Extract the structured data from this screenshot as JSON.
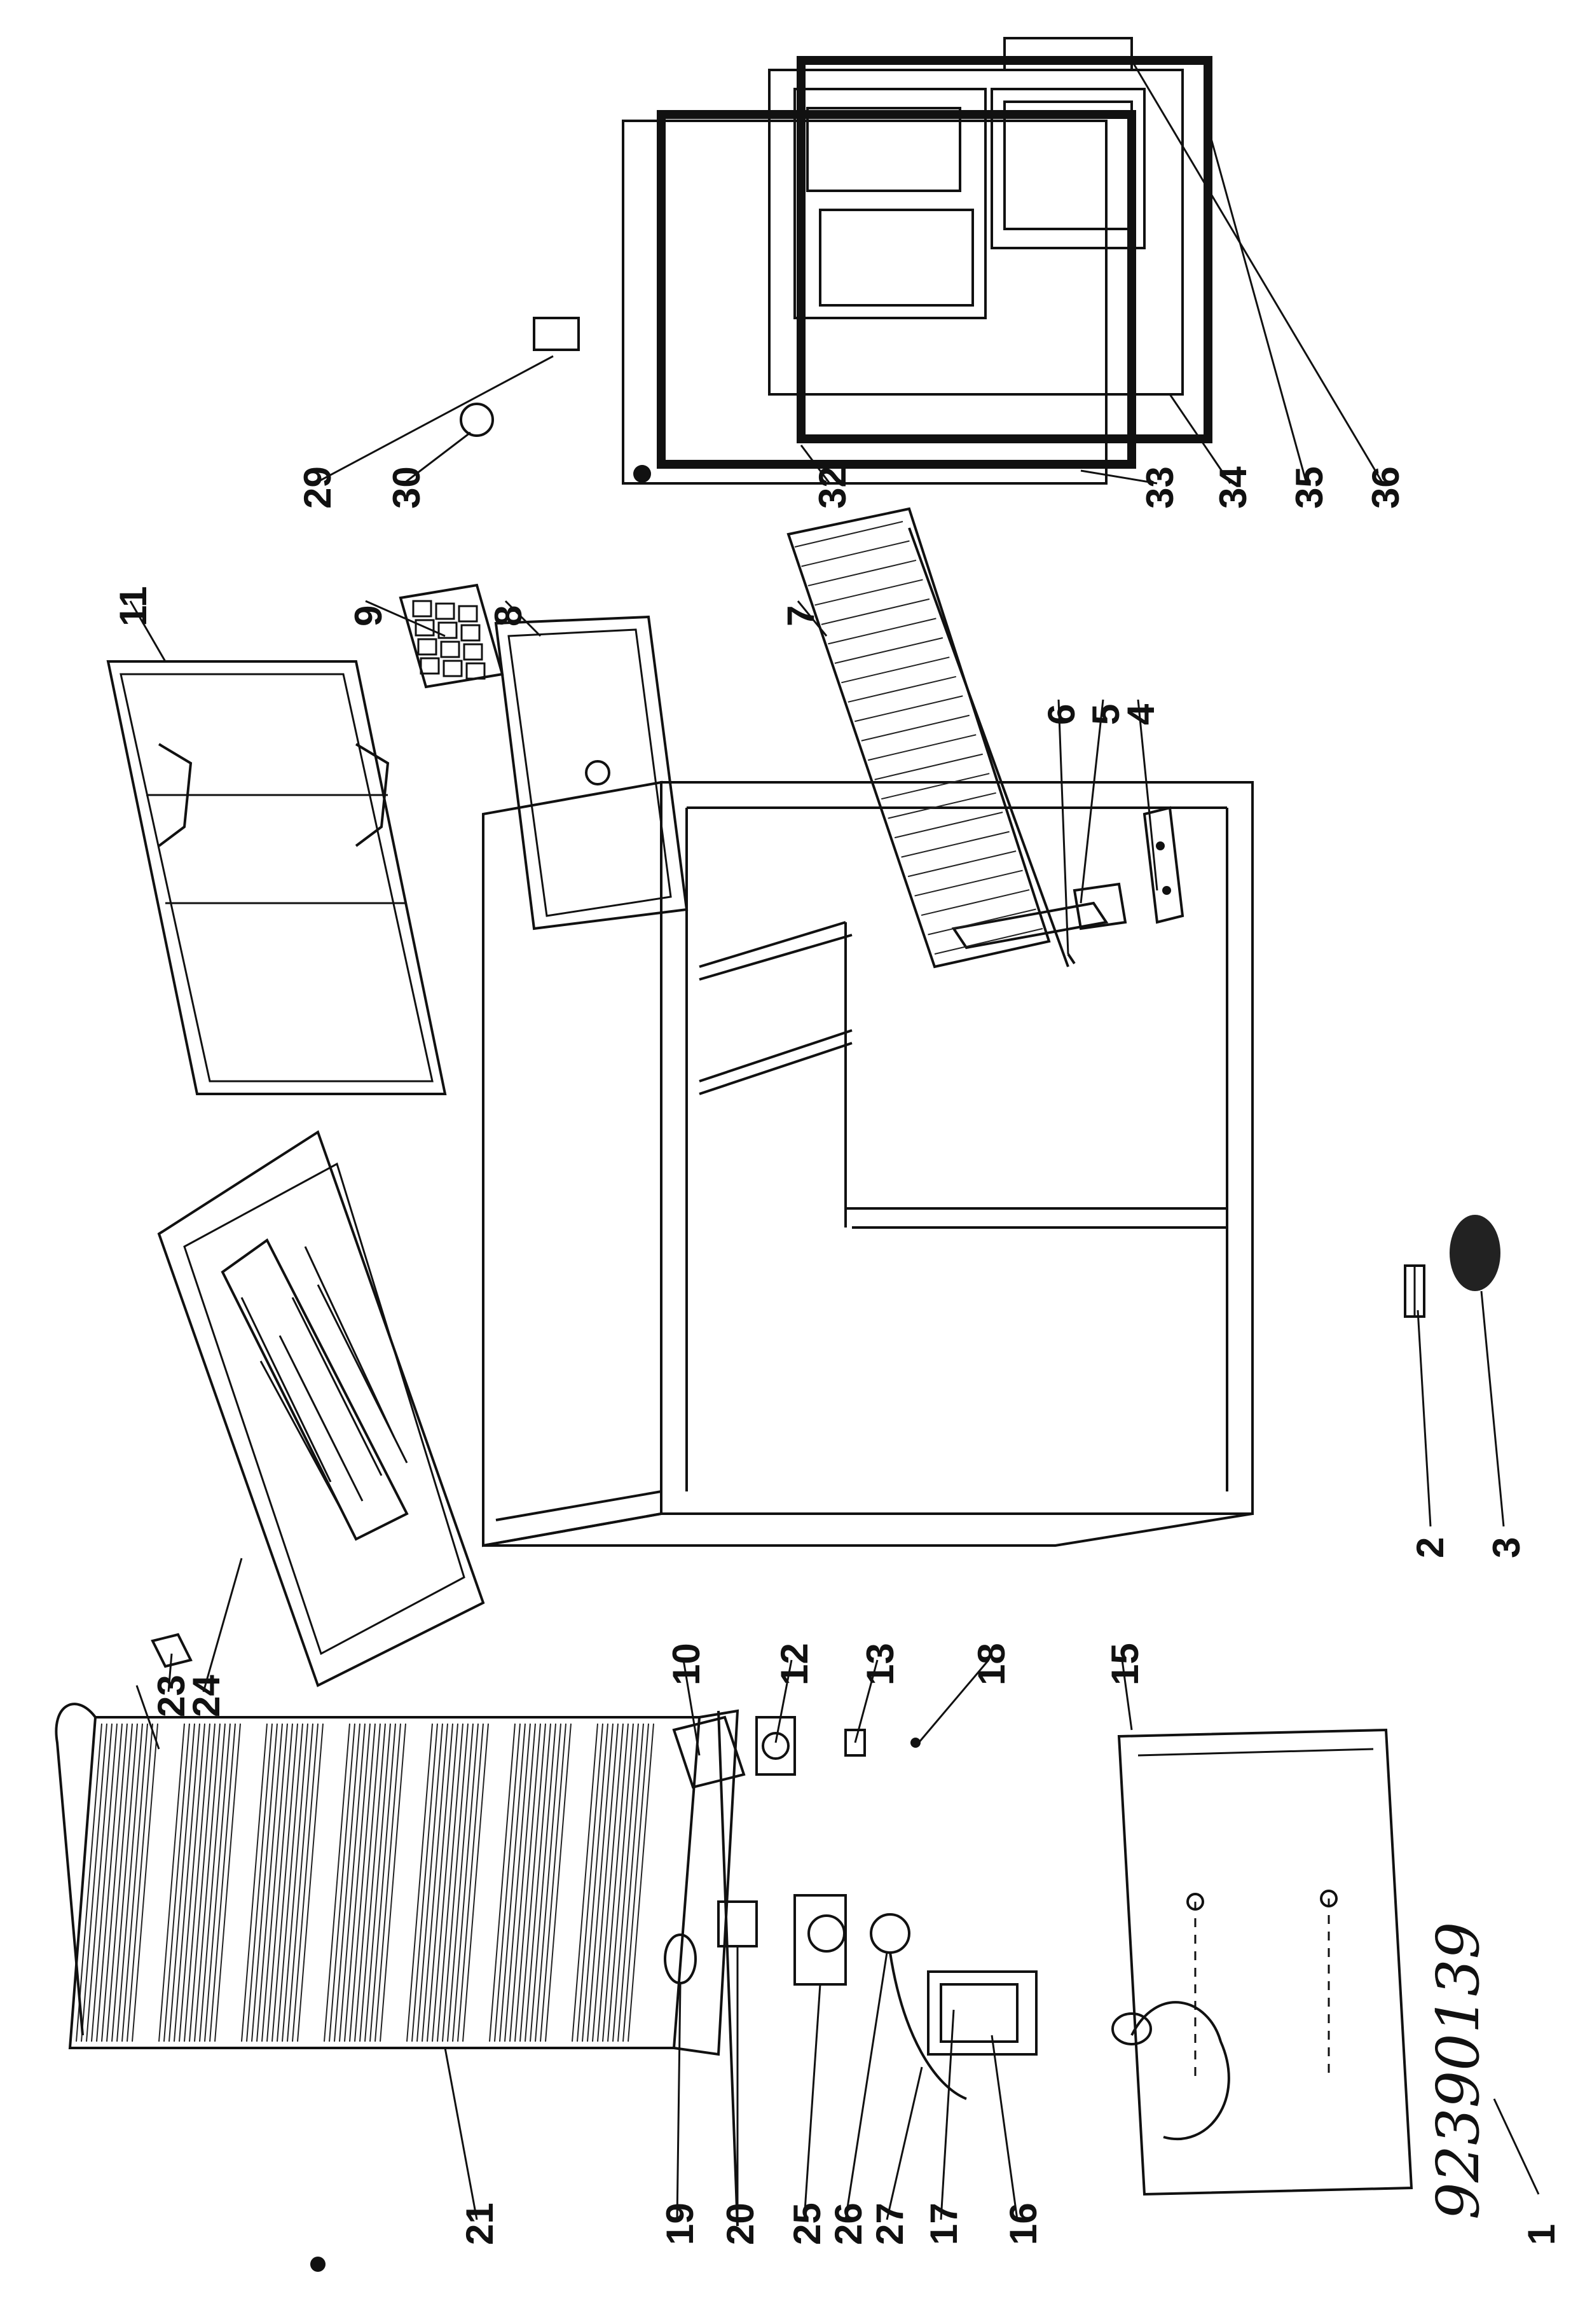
{
  "diagram": {
    "document_number": "92390139",
    "callouts": [
      "1",
      "2",
      "3",
      "4",
      "5",
      "6",
      "7",
      "8",
      "9",
      "10",
      "11",
      "12",
      "13",
      "15",
      "16",
      "17",
      "18",
      "19",
      "20",
      "21",
      "23",
      "24",
      "25",
      "26",
      "27",
      "29",
      "30",
      "32",
      "33",
      "34",
      "35",
      "36"
    ]
  }
}
